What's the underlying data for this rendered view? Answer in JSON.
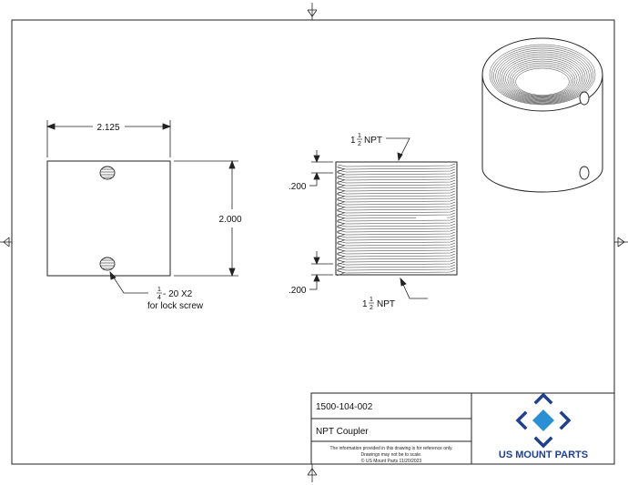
{
  "front_view": {
    "width_dim": "2.125",
    "height_dim": "2.000",
    "hole_note_whole": "",
    "hole_note_num": "1",
    "hole_note_den": "4",
    "hole_note_rest": " - 20 X2",
    "hole_note_line2": "for lock screw"
  },
  "section_view": {
    "top_note_whole": "1",
    "top_note_num": "1",
    "top_note_den": "2",
    "top_note_rest": "NPT",
    "bottom_note_whole": "1",
    "bottom_note_num": "1",
    "bottom_note_den": "2",
    "bottom_note_rest": "NPT",
    "top_offset_dim": ".200",
    "bottom_offset_dim": ".200"
  },
  "title_block": {
    "part_number": "1500-104-002",
    "part_name": "NPT Coupler",
    "disclaimer_line1": "The information provided in this drawing is for reference only.",
    "disclaimer_line2": "Drawings may not be to scale.",
    "disclaimer_line3": "© US Mount Parts 11/20/2023",
    "brand_name": "US MOUNT PARTS",
    "brand_color": "#2b8fd6",
    "brand_dark": "#1f3f8f"
  }
}
